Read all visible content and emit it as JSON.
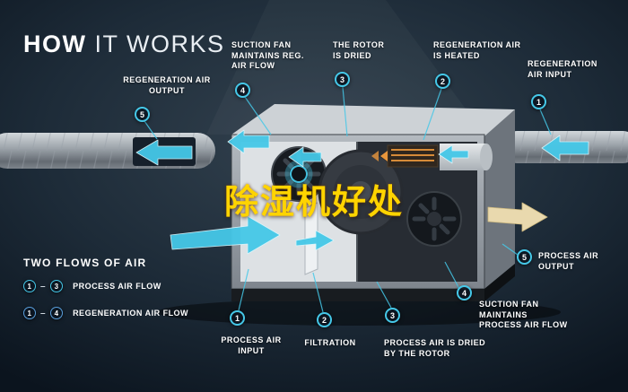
{
  "title": {
    "bold": "HOW",
    "light": "IT WORKS"
  },
  "overlay": {
    "text": "除湿机好处"
  },
  "callouts": {
    "regen_output": {
      "num": "5",
      "label": "REGENERATION AIR OUTPUT"
    },
    "suction_fan_reg": {
      "num": "4",
      "label": "SUCTION FAN MAINTAINS REG. AIR FLOW"
    },
    "rotor_dried": {
      "num": "3",
      "label": "THE ROTOR IS DRIED"
    },
    "regen_heated": {
      "num": "2",
      "label": "REGENERATION AIR IS HEATED"
    },
    "regen_input": {
      "num": "1",
      "label": "REGENERATION AIR INPUT"
    },
    "process_output": {
      "num": "5",
      "label": "PROCESS AIR OUTPUT"
    },
    "process_input": {
      "num": "1",
      "label": "PROCESS AIR INPUT"
    },
    "filtration": {
      "num": "2",
      "label": "FILTRATION"
    },
    "process_dried": {
      "num": "3",
      "label": "PROCESS AIR IS DRIED BY THE ROTOR"
    },
    "suction_fan_process": {
      "num": "4",
      "label": "SUCTION FAN MAINTAINS PROCESS AIR FLOW"
    }
  },
  "legend": {
    "title": "TWO FLOWS OF AIR",
    "rows": [
      {
        "from": "1",
        "dash": "–",
        "to": "3",
        "label": "PROCESS AIR FLOW"
      },
      {
        "from": "1",
        "dash": "–",
        "to": "4",
        "label": "REGENERATION AIR FLOW"
      }
    ]
  },
  "colors": {
    "accent": "#45c8e8",
    "regen_accent": "#5a9fdd",
    "heater": "#e8963c",
    "overlay_text": "#ffd400"
  }
}
